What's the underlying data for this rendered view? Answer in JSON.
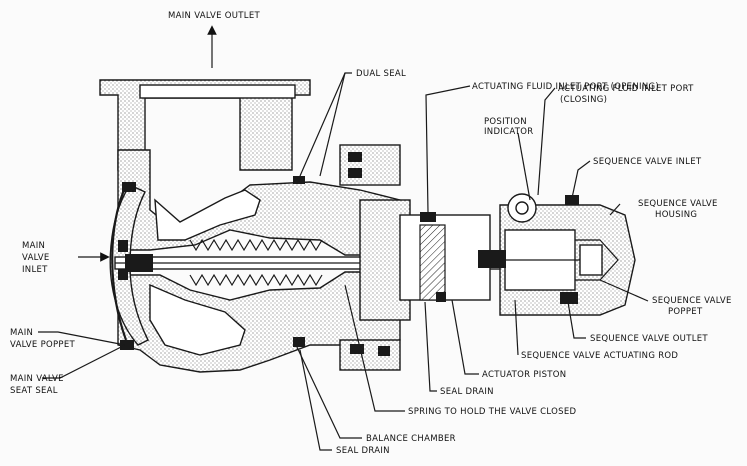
{
  "diagram": {
    "labels": {
      "main_valve_outlet": "MAIN VALVE OUTLET",
      "dual_seal": "DUAL SEAL",
      "actuating_fluid_inlet_opening": "ACTUATING FLUID INLET PORT (OPENING)",
      "position_indicator_1": "POSITION",
      "position_indicator_2": "INDICATOR",
      "actuating_fluid_inlet_closing_1": "ACTUATING FLUID INLET PORT",
      "actuating_fluid_inlet_closing_2": "(CLOSING)",
      "sequence_valve_inlet": "SEQUENCE VALVE INLET",
      "sequence_valve_housing_1": "SEQUENCE VALVE",
      "sequence_valve_housing_2": "HOUSING",
      "main_valve_inlet_1": "MAIN",
      "main_valve_inlet_2": "VALVE",
      "main_valve_inlet_3": "INLET",
      "main_valve_poppet_1": "MAIN",
      "main_valve_poppet_2": "VALVE POPPET",
      "main_valve_seat_seal_1": "MAIN VALVE",
      "main_valve_seat_seal_2": "SEAT SEAL",
      "sequence_valve_poppet_1": "SEQUENCE VALVE",
      "sequence_valve_poppet_2": "POPPET",
      "sequence_valve_outlet": "SEQUENCE VALVE OUTLET",
      "sequence_valve_actuating_rod": "SEQUENCE VALVE ACTUATING ROD",
      "actuator_piston": "ACTUATOR PISTON",
      "seal_drain_right": "SEAL DRAIN",
      "spring": "SPRING TO HOLD THE VALVE CLOSED",
      "balance_chamber": "BALANCE CHAMBER",
      "seal_drain_bottom": "SEAL DRAIN"
    }
  }
}
